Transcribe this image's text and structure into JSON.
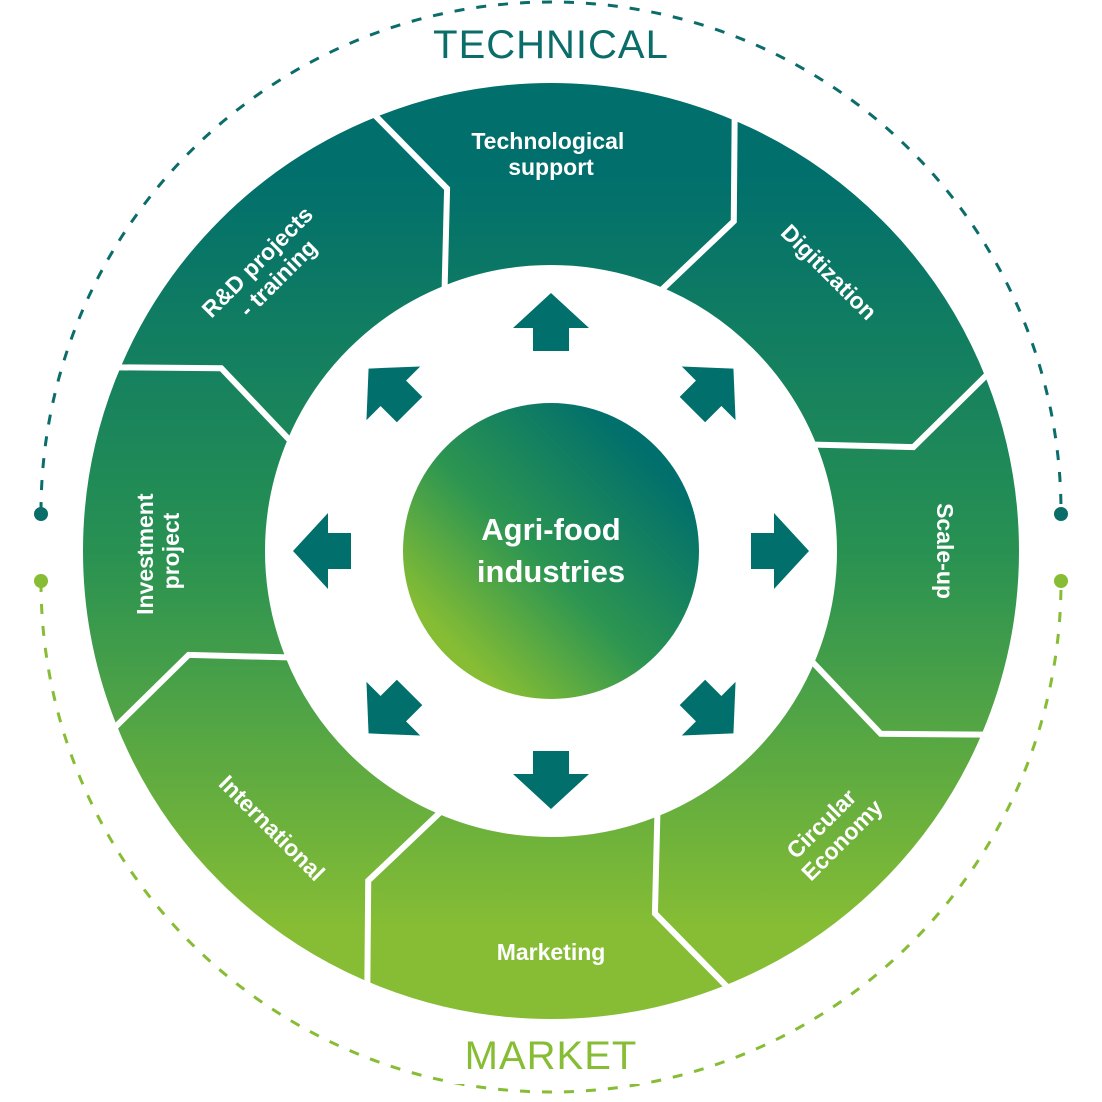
{
  "titles": {
    "top": "TECHNICAL",
    "bottom": "MARKET"
  },
  "center": {
    "line1": "Agri-food",
    "line2": "industries"
  },
  "segments": [
    {
      "id": "technological-support",
      "line1": "Technological",
      "line2": "support"
    },
    {
      "id": "digitization",
      "line1": "Digitization",
      "line2": ""
    },
    {
      "id": "scale-up",
      "line1": "Scale-up",
      "line2": ""
    },
    {
      "id": "circular-economy",
      "line1": "Circular",
      "line2": "Economy"
    },
    {
      "id": "marketing",
      "line1": "Marketing",
      "line2": ""
    },
    {
      "id": "international",
      "line1": "International",
      "line2": ""
    },
    {
      "id": "investment-project",
      "line1": "Investment",
      "line2": "project"
    },
    {
      "id": "rd-projects-training",
      "line1": "R&D projects",
      "line2": "- training"
    }
  ],
  "colors": {
    "dark_teal": "#016f6c",
    "green": "#3f9d4b",
    "light_green": "#86bd34",
    "white": "#ffffff"
  },
  "icons": {
    "arrows": "arrow-icon",
    "markers": "dot-icon"
  }
}
